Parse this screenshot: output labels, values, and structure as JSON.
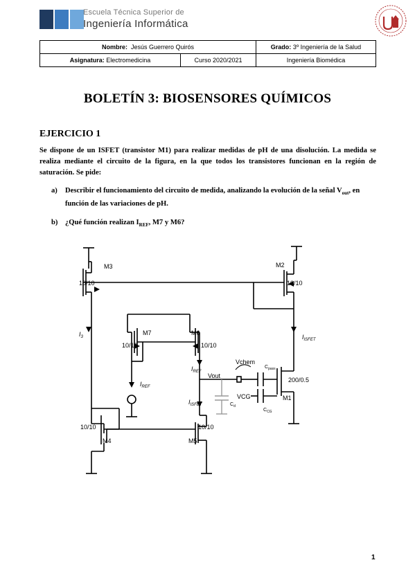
{
  "header": {
    "school_line1": "Escuela Técnica Superior de",
    "school_line2": "Ingeniería Informática",
    "colors": {
      "dark_blue": "#1f3a5f",
      "mid_blue": "#3d7cc0",
      "light_blue": "#6fa8dc",
      "seal_red": "#b02a2a"
    }
  },
  "info": {
    "name_label": "Nombre:",
    "name_value": "Jesús Guerrero Quirós",
    "grade_label": "Grado:",
    "grade_value": "3º Ingeniería de la Salud",
    "subject_label": "Asignatura:",
    "subject_value": "Electromedicina",
    "course": "Curso 2020/2021",
    "specialty": "Ingeniería Biomédica"
  },
  "title": "BOLETÍN 3: BIOSENSORES QUÍMICOS",
  "exercise_title": "EJERCICIO 1",
  "intro": "Se dispone de un ISFET (transistor M1) para realizar medidas de pH de una disolución. La medida se realiza mediante el circuito de la figura, en la que todos los transistores funcionan en la región de saturación. Se pide:",
  "questions": [
    {
      "label": "a)",
      "text_before": "Describir el funcionamiento del circuito de medida, analizando la evolución de la señal V",
      "sub": "out",
      "text_after": ", en función de las variaciones de pH."
    },
    {
      "label": "b)",
      "text_before": "¿Qué función realizan I",
      "sub": "REF",
      "text_after": ", M7 y M6?"
    }
  ],
  "circuit": {
    "M3": "M3",
    "M3_ratio": "10/10",
    "M2": "M2",
    "M2_ratio": "10/10",
    "M7": "M7",
    "M7_ratio": "10/10",
    "M6": "M6",
    "M6_ratio": "10/10",
    "M4": "M4",
    "M4_ratio": "10/10",
    "M5": "M5",
    "M5_ratio": "10/10",
    "M1": "M1",
    "M1_ratio": "200/0.5",
    "I3": "I",
    "I3_sub": "3",
    "IREF": "I",
    "IREF_sub": "REF",
    "IREF2": "I",
    "IREF2_sub": "REF",
    "ISFET_right": "I",
    "ISFET_right_sub": "ISFET",
    "ISFET_mid": "I",
    "ISFET_mid_sub": "ISFET",
    "Vout": "Vout",
    "Vchem": "Vchem",
    "VCG": "VCG",
    "Cpass": "C",
    "Cpass_sub": "pass",
    "Ccg": "C",
    "Ccg_sub": "CG",
    "Cd": "C",
    "Cd_sub": "d"
  },
  "page_number": "1"
}
